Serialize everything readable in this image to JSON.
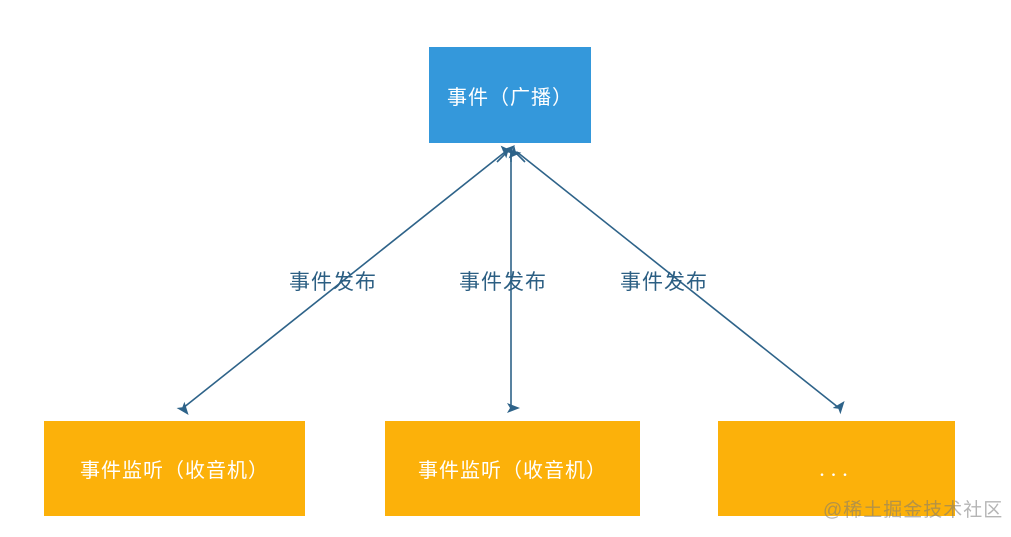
{
  "diagram": {
    "title_node": {
      "label": "事件（广播）",
      "color": "#3498db"
    },
    "listener_nodes": [
      {
        "label": "事件监听（收音机）",
        "color": "#fcb10a"
      },
      {
        "label": "事件监听（收音机）",
        "color": "#fcb10a"
      },
      {
        "label": "...",
        "color": "#fcb10a"
      }
    ],
    "edges": [
      {
        "label": "事件发布",
        "color": "#2c5f83",
        "direction": "up-to-broadcast"
      },
      {
        "label": "事件发布",
        "color": "#2c5f83",
        "direction": "up-to-broadcast"
      },
      {
        "label": "事件发布",
        "color": "#2c5f83",
        "direction": "up-to-broadcast"
      }
    ],
    "arrow_color": "#2e6389"
  },
  "watermark": {
    "text": "@稀土掘金技术社区"
  }
}
